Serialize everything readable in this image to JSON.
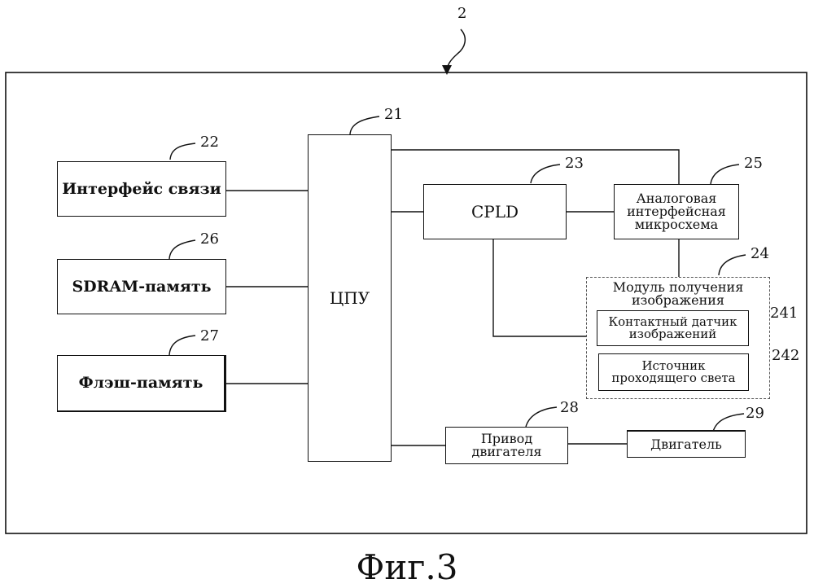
{
  "figure": {
    "ref_main": "2",
    "caption": "Фиг.3"
  },
  "blocks": {
    "interface": {
      "label": "Интерфейс связи",
      "ref": "22"
    },
    "sdram": {
      "label": "SDRAM-память",
      "ref": "26"
    },
    "flash": {
      "label": "Флэш-память",
      "ref": "27"
    },
    "cpu": {
      "label": "ЦПУ",
      "ref": "21"
    },
    "cpld": {
      "label": "CPLD",
      "ref": "23"
    },
    "analog": {
      "label": "Аналоговая\nинтерфейсная\nмикросхема",
      "ref": "25"
    },
    "image_module": {
      "label": "Модуль получения\nизображения",
      "ref": "24"
    },
    "contact_sensor": {
      "label": "Контактный датчик\nизображений",
      "ref": "241"
    },
    "light_source": {
      "label": "Источник\nпроходящего света",
      "ref": "242"
    },
    "motor_driver": {
      "label": "Привод\nдвигателя",
      "ref": "28"
    },
    "motor": {
      "label": "Двигатель",
      "ref": "29"
    }
  }
}
